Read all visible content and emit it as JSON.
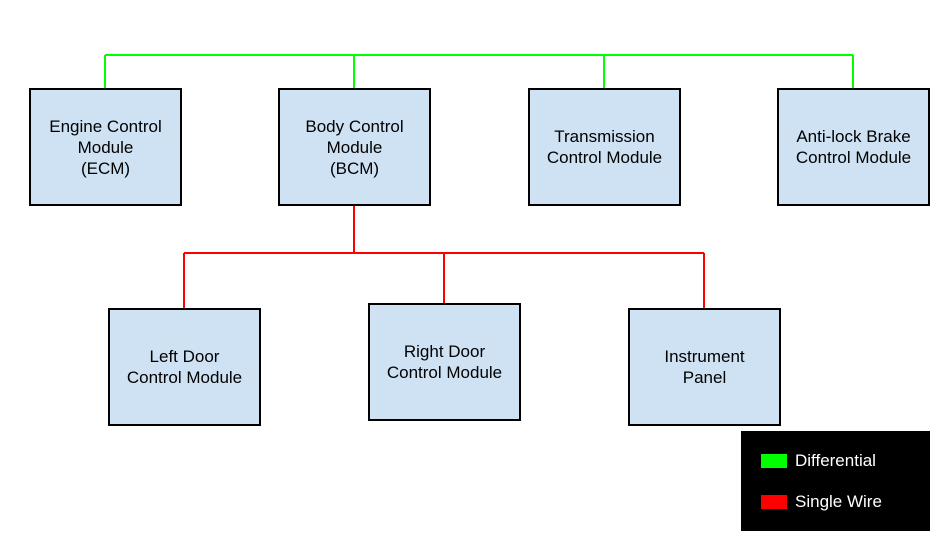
{
  "modules": {
    "ecm": "Engine Control\nModule\n(ECM)",
    "bcm": "Body Control\nModule\n(BCM)",
    "tcm": "Transmission\nControl Module",
    "abs": "Anti-lock Brake\nControl Module",
    "ldcm": "Left Door\nControl Module",
    "rdcm": "Right Door\nControl Module",
    "ip": "Instrument\nPanel"
  },
  "legend": {
    "differential_label": "Differential",
    "single_wire_label": "Single Wire"
  },
  "colors": {
    "module_fill": "#cfe2f3",
    "differential": "#00ff00",
    "single_wire": "#ff0000",
    "legend_bg": "#000000"
  }
}
